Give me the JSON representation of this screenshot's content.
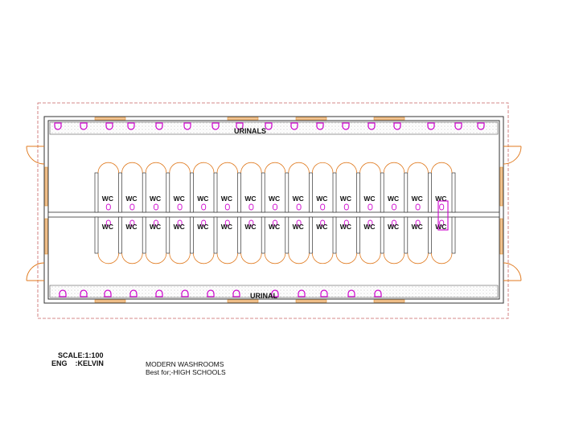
{
  "labels": {
    "urinals_top": "URINALS",
    "urinal_bottom": "URINAL",
    "wc": "WC"
  },
  "title_block": {
    "scale": "SCALE:1:100",
    "engineer": "ENG    :KELVIN",
    "name": "MODERN WASHROOMS",
    "best_for": "Best for;-HIGH SCHOOLS"
  },
  "colors": {
    "wall": "#333333",
    "door_swing": "#e07a1f",
    "fixture": "#cc00cc",
    "boundary": "#c86464",
    "glazing": "#e08a2a"
  },
  "icons": {
    "urinal": "urinal-icon",
    "toilet": "toilet-icon",
    "door": "door-swing-icon"
  }
}
